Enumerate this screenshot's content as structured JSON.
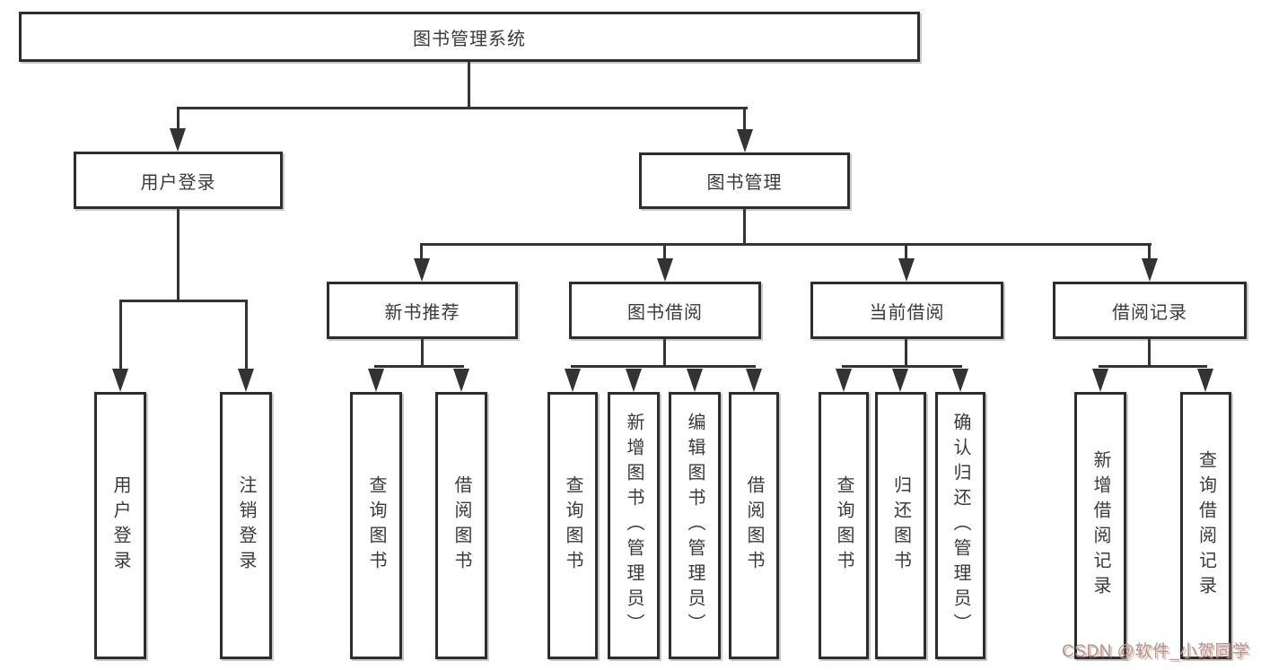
{
  "nodes": {
    "root": {
      "label": "图书管理系统"
    },
    "user_login": {
      "label": "用户登录"
    },
    "book_mgmt": {
      "label": "图书管理"
    },
    "leaf_user_login": {
      "label": "用户登录"
    },
    "leaf_logout": {
      "label": "注销登录"
    },
    "new_book_rec": {
      "label": "新书推荐"
    },
    "book_borrow": {
      "label": "图书借阅"
    },
    "current_borrow": {
      "label": "当前借阅"
    },
    "borrow_records": {
      "label": "借阅记录"
    },
    "nbr_query": {
      "label": "查询图书"
    },
    "nbr_borrow": {
      "label": "借阅图书"
    },
    "bb_query": {
      "label": "查询图书"
    },
    "bb_add": {
      "label": "新增图书（管理员）"
    },
    "bb_edit": {
      "label": "编辑图书（管理员）"
    },
    "bb_borrow": {
      "label": "借阅图书"
    },
    "cb_query": {
      "label": "查询图书"
    },
    "cb_return": {
      "label": "归还图书"
    },
    "cb_confirm": {
      "label": "确认归还（管理员）"
    },
    "br_add": {
      "label": "新增借阅记录"
    },
    "br_query": {
      "label": "查询借阅记录"
    }
  },
  "edges": [
    {
      "from": "root",
      "to": "user_login"
    },
    {
      "from": "root",
      "to": "book_mgmt"
    },
    {
      "from": "user_login",
      "to": "leaf_user_login"
    },
    {
      "from": "user_login",
      "to": "leaf_logout"
    },
    {
      "from": "book_mgmt",
      "to": "new_book_rec"
    },
    {
      "from": "book_mgmt",
      "to": "book_borrow"
    },
    {
      "from": "book_mgmt",
      "to": "current_borrow"
    },
    {
      "from": "book_mgmt",
      "to": "borrow_records"
    },
    {
      "from": "new_book_rec",
      "to": "nbr_query"
    },
    {
      "from": "new_book_rec",
      "to": "nbr_borrow"
    },
    {
      "from": "book_borrow",
      "to": "bb_query"
    },
    {
      "from": "book_borrow",
      "to": "bb_add"
    },
    {
      "from": "book_borrow",
      "to": "bb_edit"
    },
    {
      "from": "book_borrow",
      "to": "bb_borrow"
    },
    {
      "from": "current_borrow",
      "to": "cb_query"
    },
    {
      "from": "current_borrow",
      "to": "cb_return"
    },
    {
      "from": "current_borrow",
      "to": "cb_confirm"
    },
    {
      "from": "borrow_records",
      "to": "br_add"
    },
    {
      "from": "borrow_records",
      "to": "br_query"
    }
  ],
  "watermark": {
    "text": "CSDN @软件_小贺同学"
  },
  "colors": {
    "line": "#333333",
    "box_border": "#2d2d2d",
    "box_fill": "#ffffff",
    "text": "#3a3a3a",
    "watermark_text": "#9e9e9e",
    "watermark_accent": "#fc5531",
    "background": "#ffffff"
  }
}
